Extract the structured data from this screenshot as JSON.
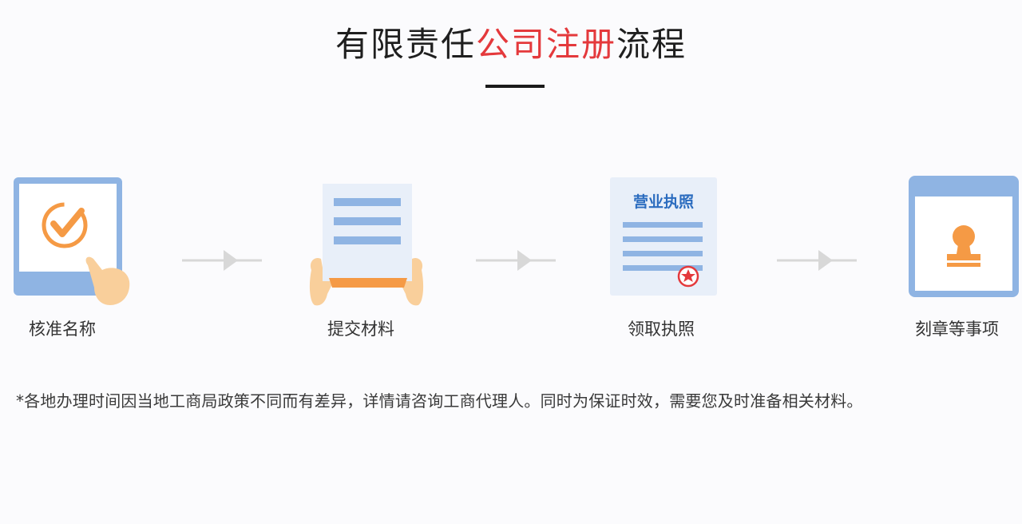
{
  "title": {
    "part1": "有限责任",
    "highlight": "公司注册",
    "part2": "流程",
    "highlight_color": "#e4393c"
  },
  "steps": [
    {
      "label": "核准名称",
      "icon": "tablet-checkmark-hand-icon"
    },
    {
      "label": "提交材料",
      "icon": "hands-holding-document-icon"
    },
    {
      "label": "领取执照",
      "icon": "business-license-icon",
      "doc_title": "营业执照"
    },
    {
      "label": "刻章等事项",
      "icon": "stamp-window-icon"
    }
  ],
  "note": "*各地办理时间因当地工商局政策不同而有差异，详情请咨询工商代理人。同时为保证时效，需要您及时准备相关材料。",
  "colors": {
    "blue": "#8fb4e3",
    "orange": "#f59a45",
    "skin": "#f9cf9b",
    "arrow": "#d8d8d8"
  }
}
